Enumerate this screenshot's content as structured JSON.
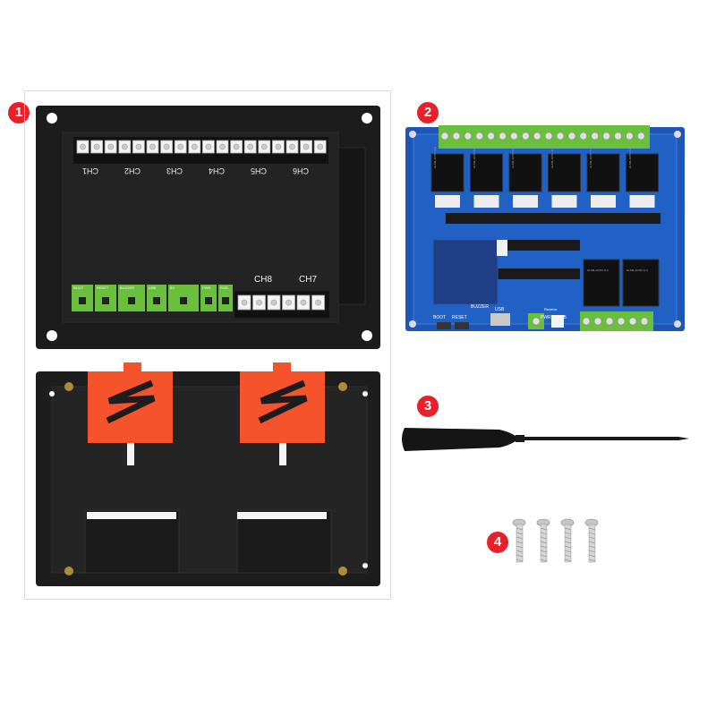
{
  "items": [
    {
      "number": "1"
    },
    {
      "number": "2"
    },
    {
      "number": "3"
    },
    {
      "number": "4"
    }
  ],
  "enclosure": {
    "top_channels": [
      "CH1",
      "CH2",
      "CH3",
      "CH4",
      "CH5",
      "CH6"
    ],
    "bottom_channels": [
      "CH8",
      "CH7"
    ],
    "button_labels": [
      "BOOT",
      "RESET",
      "BUZZER",
      "USB",
      "5V",
      "PWR",
      "RGB"
    ]
  },
  "board": {
    "relay_marking": "HLS8L-DC5V-S-C",
    "labels": {
      "boot": "BOOT",
      "reset": "RESET",
      "buzzer": "BUZZER",
      "usb": "USB",
      "pwr": "PWR",
      "rgb": "RGB",
      "receive": "Receive"
    }
  },
  "colors": {
    "badge": "#e8202a",
    "enclosure": "#1c1c1c",
    "terminal_green": "#6abf3c",
    "board_blue": "#1f55b4",
    "clip_orange": "#f4532c"
  },
  "accessories": {
    "screwdriver": "screwdriver-icon",
    "screws": "screw-icon"
  }
}
